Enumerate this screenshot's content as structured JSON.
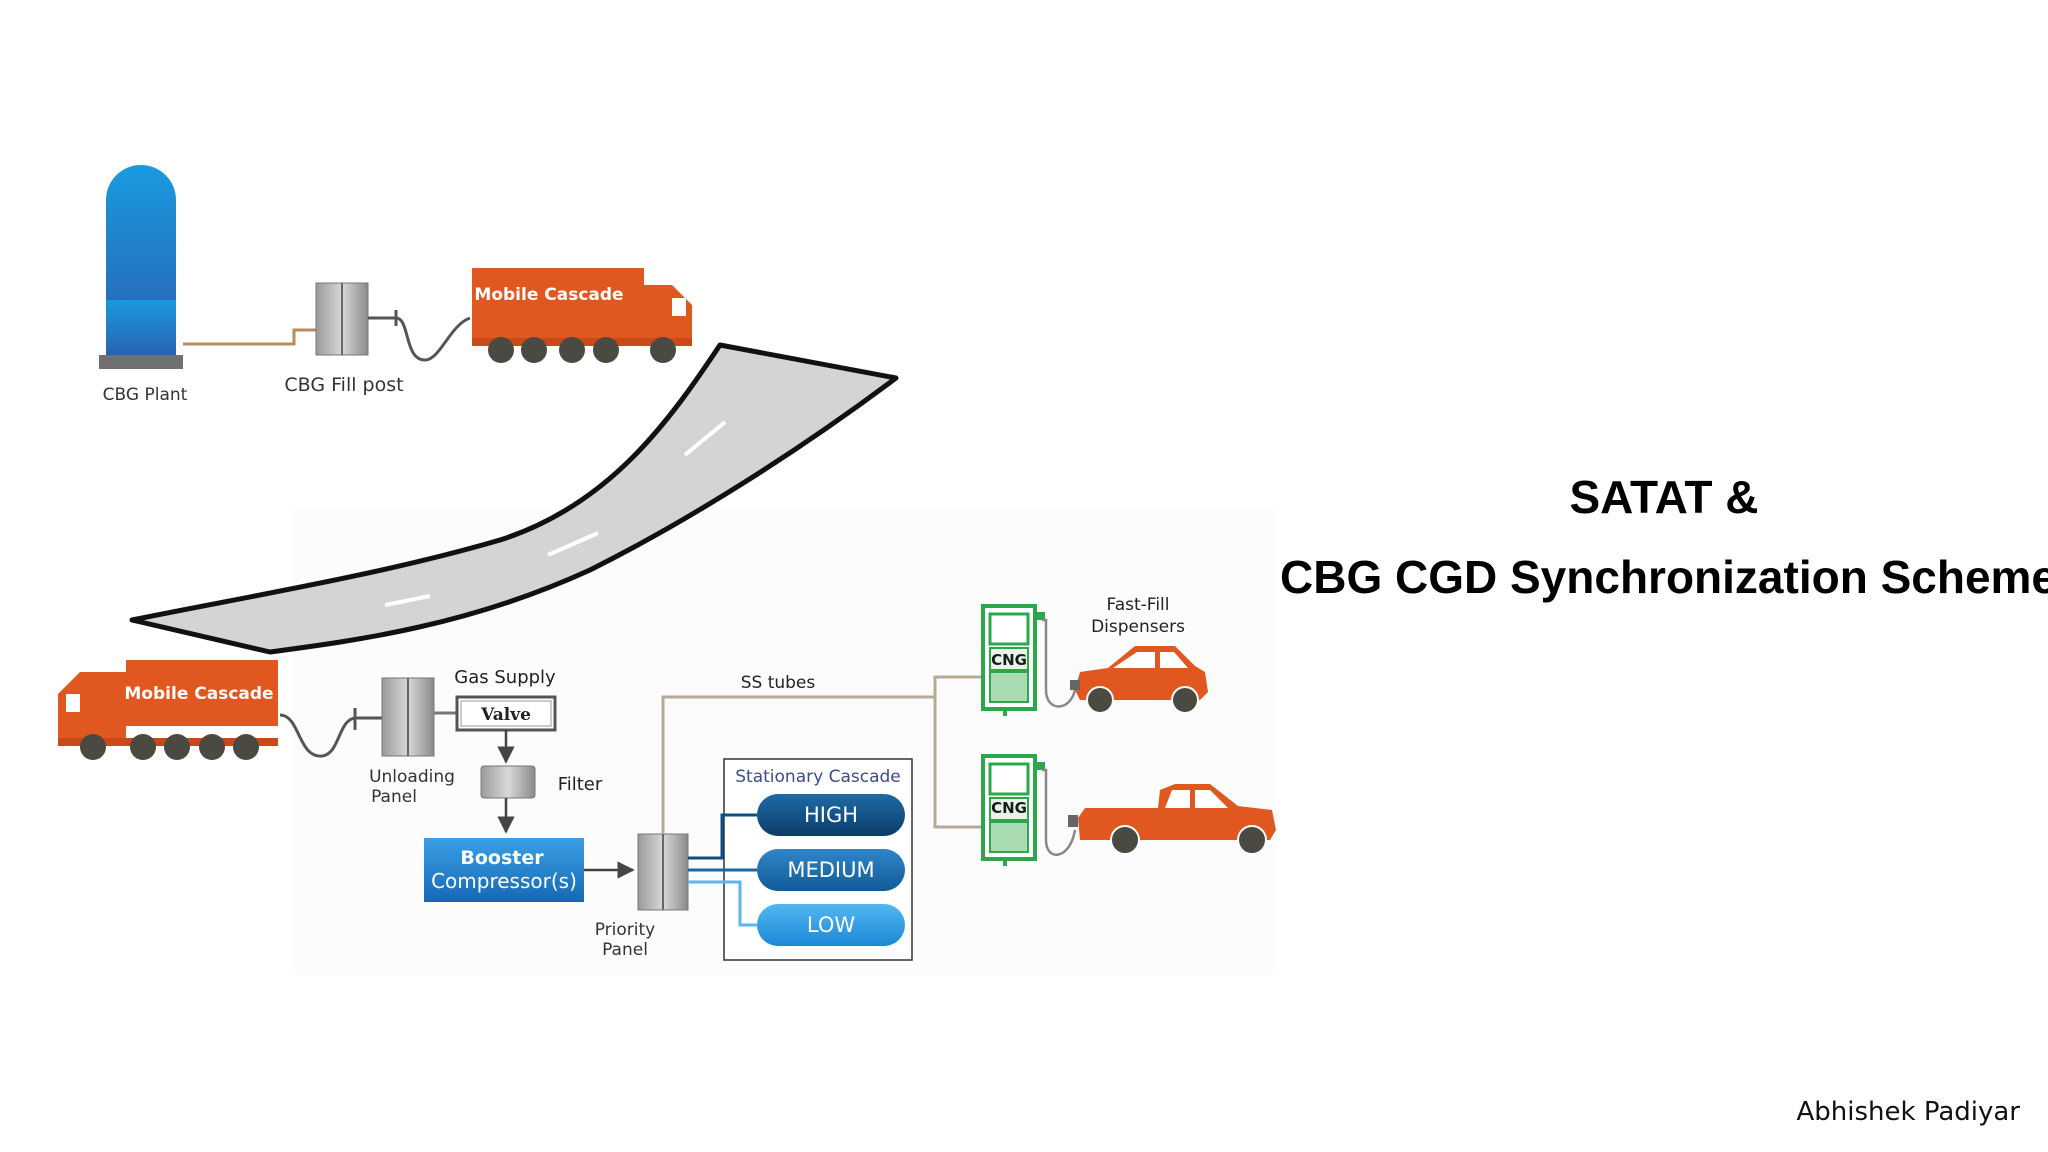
{
  "slide": {
    "title_line1": "SATAT &",
    "title_line2": "CBG CGD Synchronization Scheme",
    "author": "Abhishek Padiyar"
  },
  "labels": {
    "cbg_plant": "CBG Plant",
    "cbg_fill_post": "CBG Fill post",
    "mobile_cascade": "Mobile Cascade",
    "gas_supply": "Gas Supply",
    "valve": "Valve",
    "filter": "Filter",
    "unloading_line1": "Unloading",
    "unloading_line2": "Panel",
    "booster_line1": "Booster",
    "booster_line2": "Compressor(s)",
    "priority_line1": "Priority",
    "priority_line2": "Panel",
    "ss_tubes": "SS tubes",
    "stationary_cascade": "Stationary Cascade",
    "high": "HIGH",
    "medium": "MEDIUM",
    "low": "LOW",
    "cng": "CNG",
    "fastfill_line1": "Fast-Fill",
    "fastfill_line2": "Dispensers"
  },
  "colors": {
    "truck": "#e0571f",
    "plant": "#1e88d0",
    "booster": "#1e7fc6",
    "dispenser": "#2aa84a",
    "high": "#0c4f84",
    "medium": "#1868a8",
    "low": "#2a9ae0",
    "road": "#d6d6d6"
  }
}
